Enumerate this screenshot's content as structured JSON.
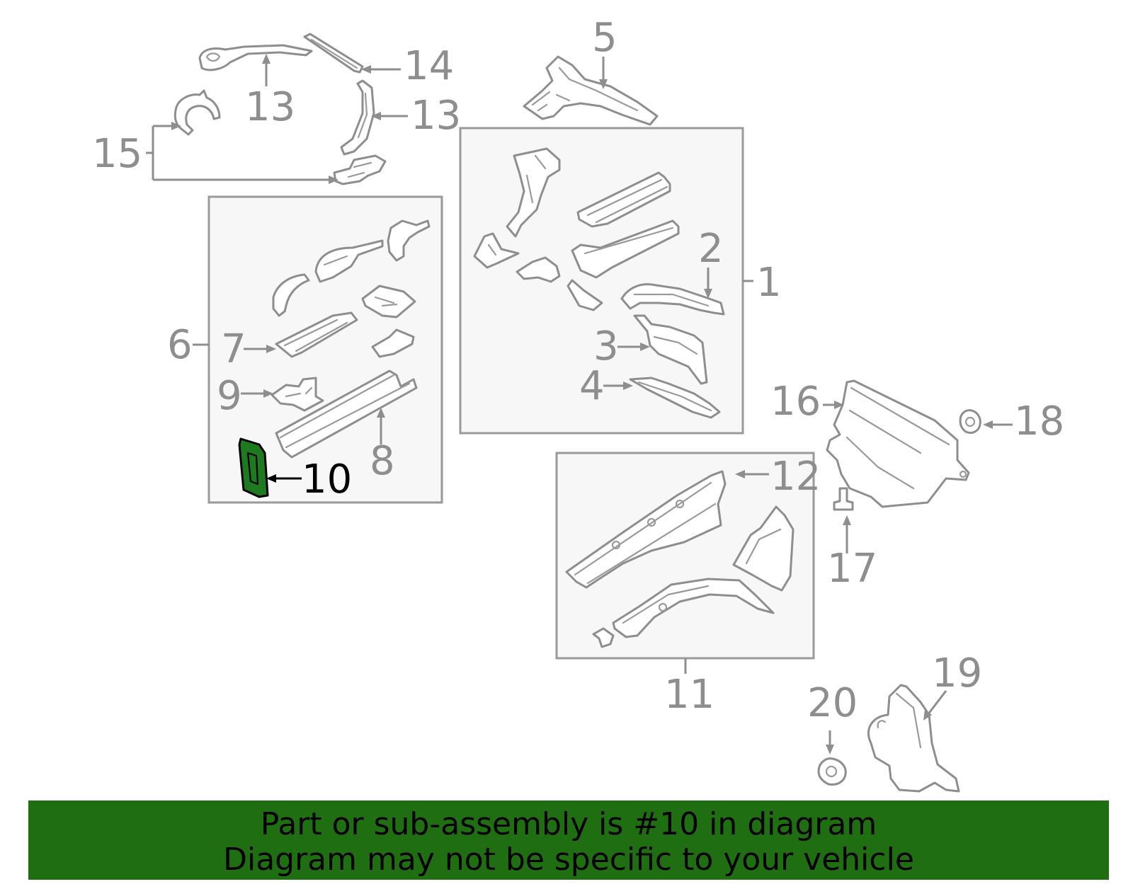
{
  "diagram": {
    "highlighted_callout": "10",
    "highlight_color": "#1e7a1e",
    "callouts": {
      "c1": "1",
      "c2": "2",
      "c3": "3",
      "c4": "4",
      "c5": "5",
      "c6": "6",
      "c7": "7",
      "c8": "8",
      "c9": "9",
      "c10": "10",
      "c11": "11",
      "c12": "12",
      "c13a": "13",
      "c13b": "13",
      "c14": "14",
      "c15": "15",
      "c16": "16",
      "c17": "17",
      "c18": "18",
      "c19": "19",
      "c20": "20"
    }
  },
  "banner": {
    "background": "#1f6f12",
    "line1": "Part or sub-assembly is #10 in diagram",
    "line2": "Diagram may not be specific to your vehicle"
  }
}
